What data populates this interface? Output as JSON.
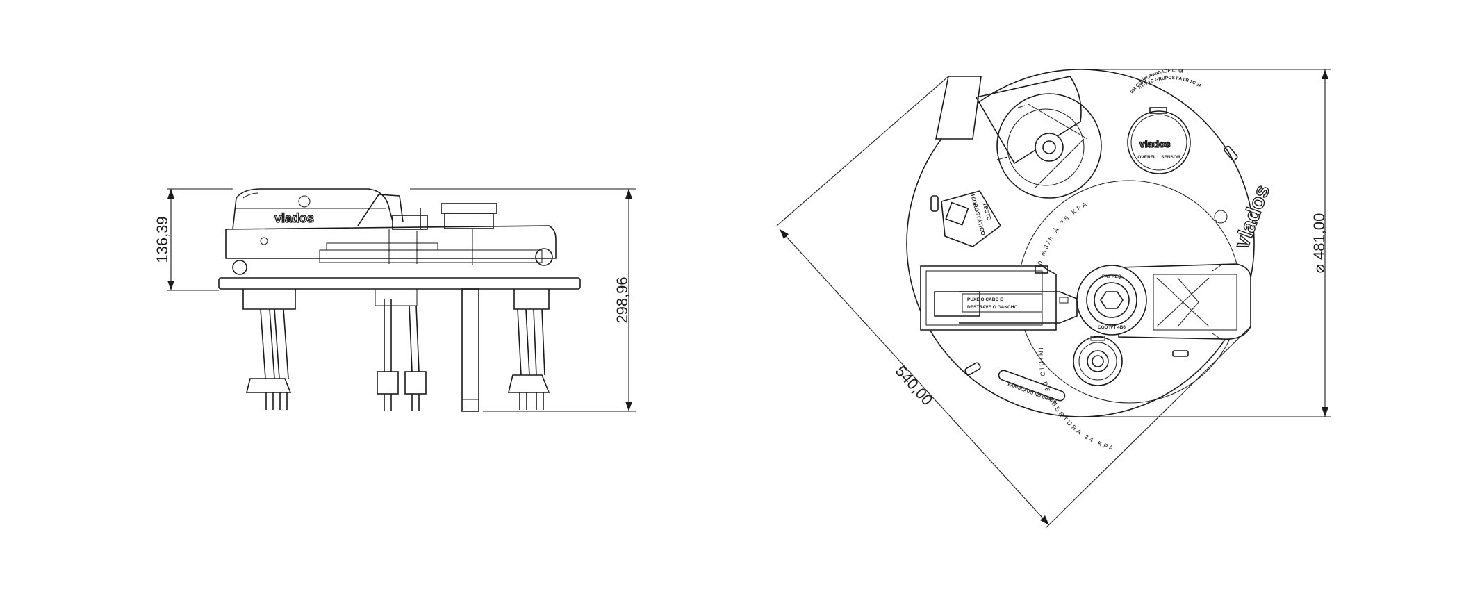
{
  "dimensions": {
    "side_height_small": "136,39",
    "side_height_total": "298,96",
    "top_diagonal": "540,00",
    "top_diameter": "481,00"
  },
  "labels": {
    "brand": "vlados",
    "sensor_brand": "vlados",
    "sensor_label": "OVERFILL SENSOR",
    "teste_line1": "TESTE",
    "teste_line2": "HIDROSTÁTICO",
    "handle_line1": "PUXE  O  CABO  E",
    "handle_line2": "DESTRAVE  O  GANCHO",
    "made_in": "FABRICADO NO BRASIL",
    "ring_top": "E 3000 m3/h À 35 KPA",
    "ring_bottom": "INÍCIO DE ABERTURA 24 KPA",
    "curved_note_1": "EM CONFORMIDADE COM",
    "curved_note_2": "ETG 1C GRUPOS IIA IIB 3C 2F",
    "hub_text_top": "PAT REQ",
    "hub_text_bottom": "COD IVT 4B6"
  }
}
